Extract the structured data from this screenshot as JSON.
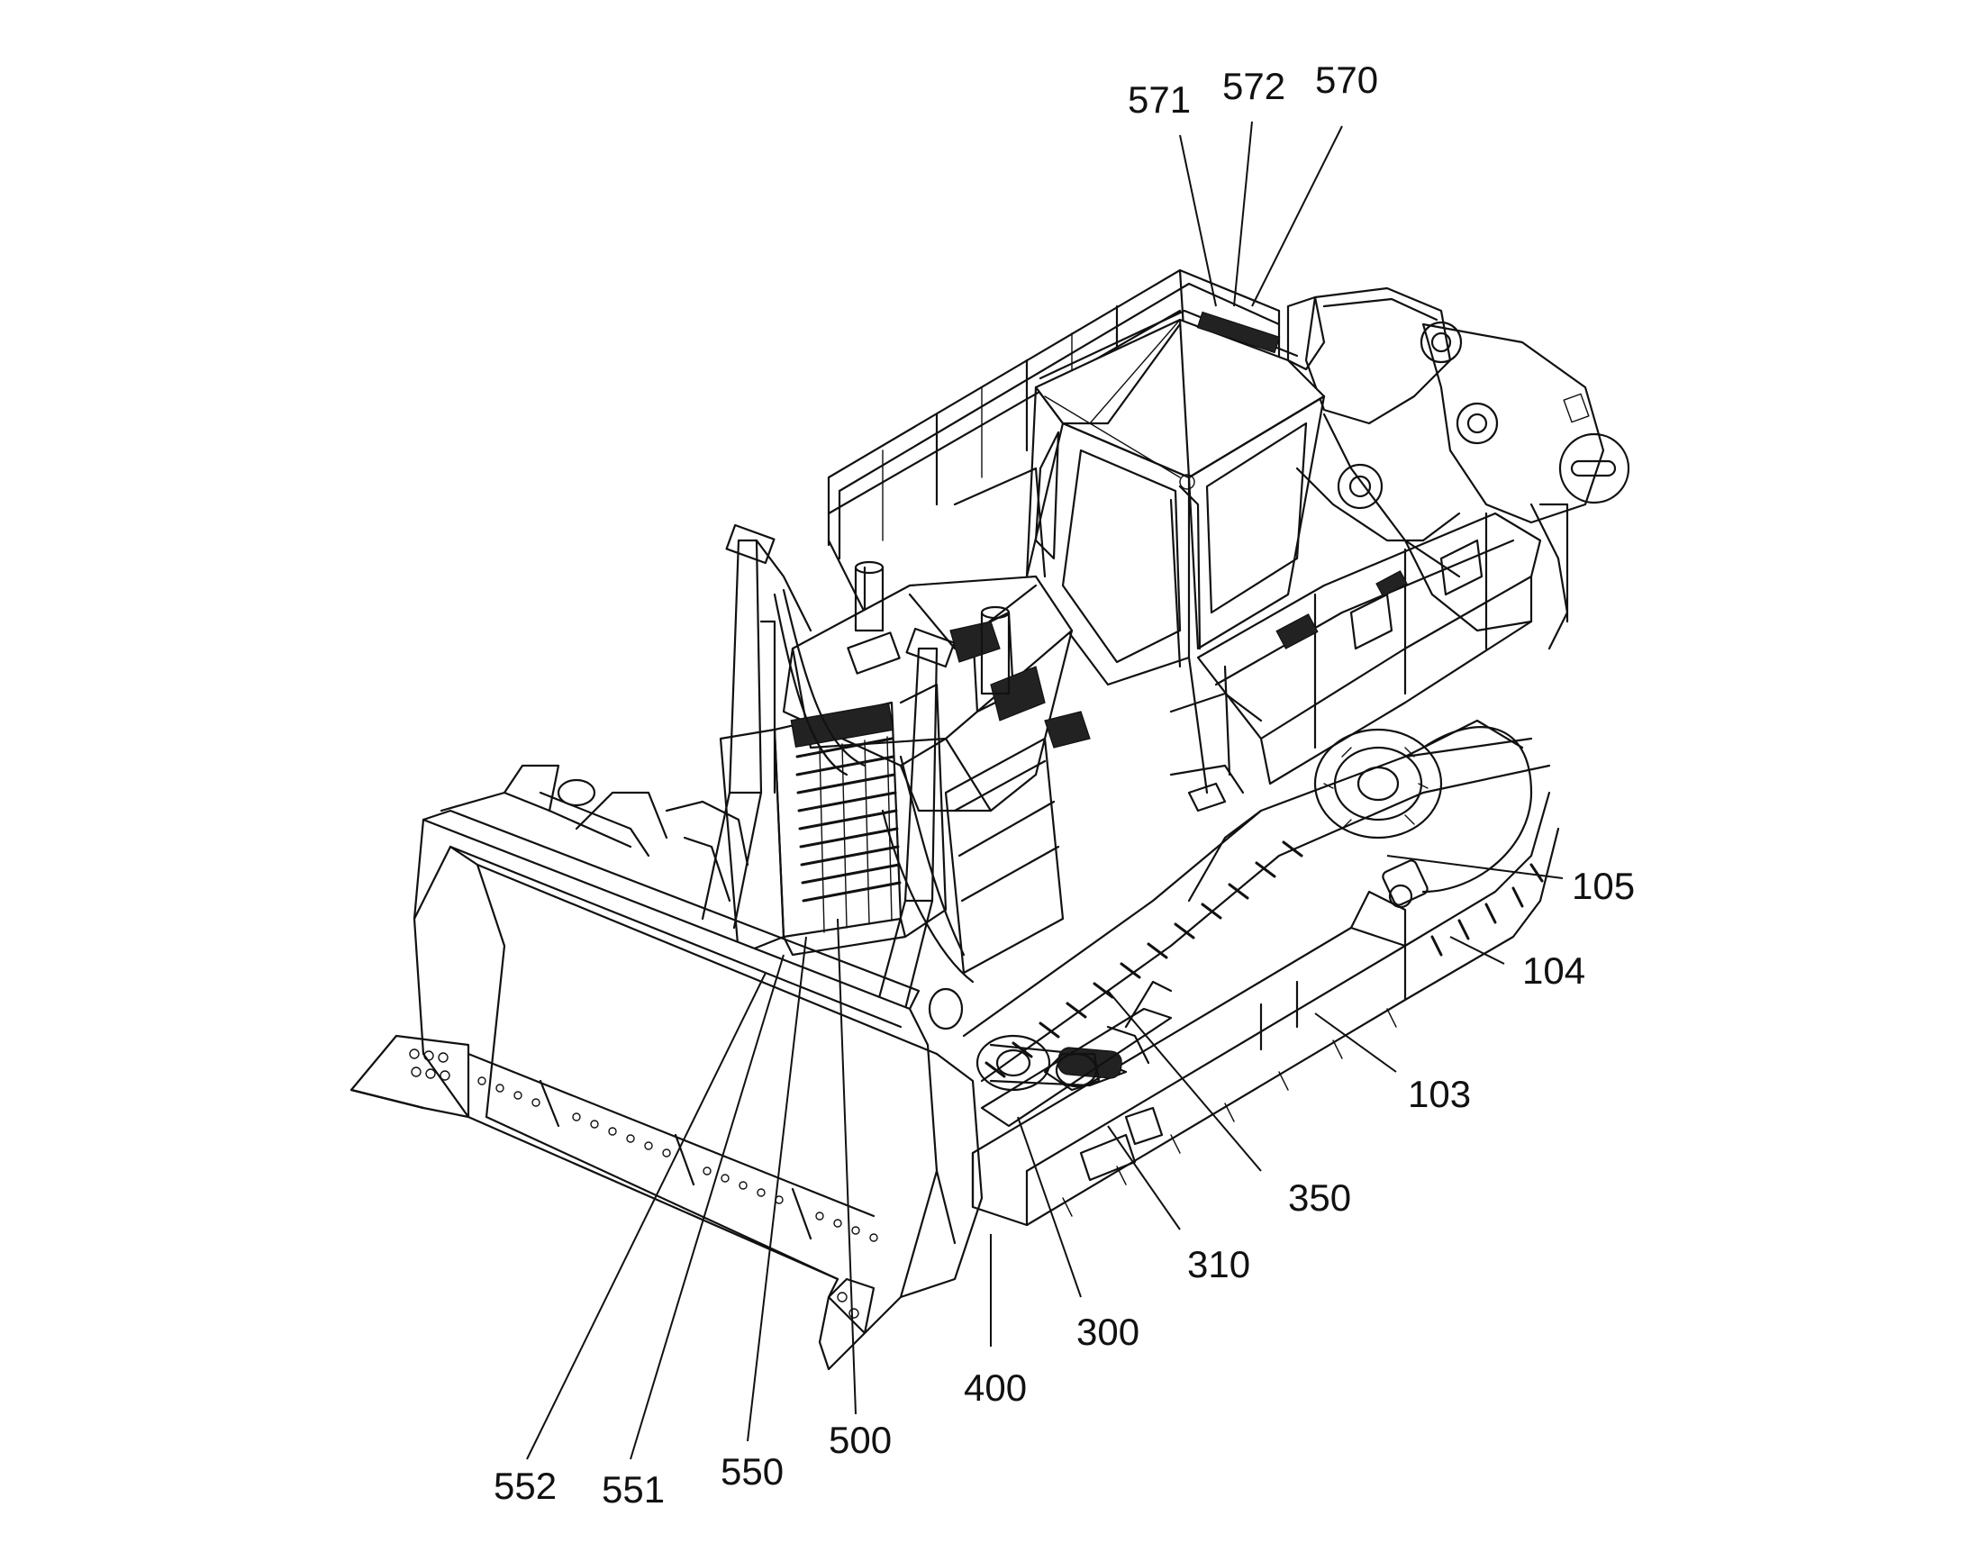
{
  "figure": {
    "subject": "crawler-dozer",
    "callouts": [
      {
        "id": "571",
        "text": "571"
      },
      {
        "id": "572",
        "text": "572"
      },
      {
        "id": "570",
        "text": "570"
      },
      {
        "id": "105",
        "text": "105"
      },
      {
        "id": "104",
        "text": "104"
      },
      {
        "id": "103",
        "text": "103"
      },
      {
        "id": "350",
        "text": "350"
      },
      {
        "id": "310",
        "text": "310"
      },
      {
        "id": "300",
        "text": "300"
      },
      {
        "id": "400",
        "text": "400"
      },
      {
        "id": "500",
        "text": "500"
      },
      {
        "id": "550",
        "text": "550"
      },
      {
        "id": "551",
        "text": "551"
      },
      {
        "id": "552",
        "text": "552"
      }
    ]
  }
}
